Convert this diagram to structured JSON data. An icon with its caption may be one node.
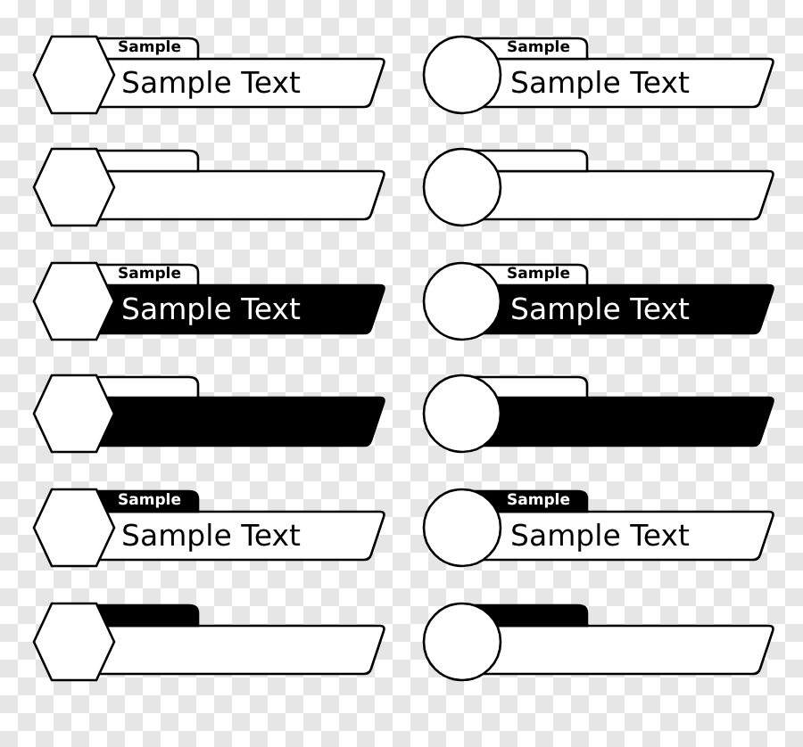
{
  "diagram": {
    "nodes": [
      {
        "text": [
          "Sample",
          "Sample Text"
        ]
      },
      {
        "text": [
          "Sample",
          "Sample Text"
        ]
      },
      {
        "text": [],
        "shape": "banner"
      },
      {
        "text": [],
        "shape": "banner"
      },
      {
        "text": [
          "Sample",
          "Sample Text"
        ]
      },
      {
        "text": [
          "Sample",
          "Sample Text"
        ]
      },
      {
        "text": [],
        "shape": "banner"
      },
      {
        "text": [],
        "shape": "banner"
      },
      {
        "text": [
          "Sample",
          "Sample Text"
        ]
      },
      {
        "text": [
          "Sample",
          "Sample Text"
        ]
      },
      {
        "text": [],
        "shape": "banner"
      },
      {
        "text": [],
        "shape": "banner"
      }
    ]
  }
}
